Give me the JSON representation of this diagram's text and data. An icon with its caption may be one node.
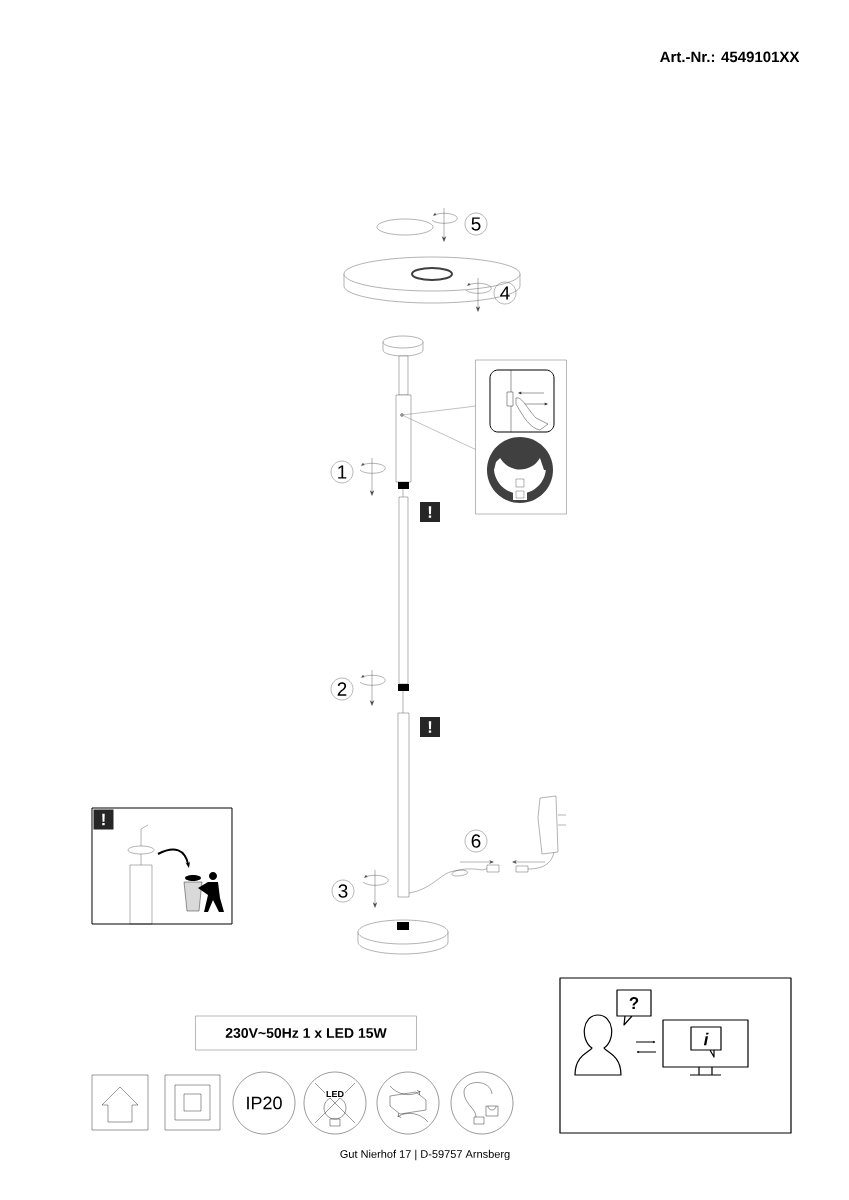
{
  "diagram": {
    "nodes": [
      {
        "text": [
          "5"
        ]
      },
      {
        "text": [
          "4"
        ]
      },
      {
        "text": [],
        "shape": "circle"
      },
      {
        "text": [],
        "shape": "box"
      },
      {
        "text": [
          "1"
        ]
      },
      {
        "text": [
          "!"
        ]
      },
      {
        "text": [
          "2"
        ]
      },
      {
        "text": [
          "!"
        ]
      },
      {
        "text": [],
        "shape": "box"
      },
      {
        "text": [
          "!"
        ],
        "in": 8
      },
      {
        "text": [
          "6"
        ]
      },
      {
        "text": [
          "3"
        ]
      },
      {
        "text": [
          "230V~50Hz  1 x LED 15W"
        ]
      },
      {
        "text": [
          "IP20"
        ]
      }
    ],
    "edges": [
      {
        "from": 2,
        "to": 3,
        "arrow": "none"
      },
      {
        "from": 2,
        "to": 3,
        "arrow": "none"
      }
    ],
    "labels": [
      "Art.-Nr.: 4549101XX",
      "LED",
      "?",
      "i",
      "Gut Nierhof 17  |  D-59757 Arnsberg"
    ]
  }
}
